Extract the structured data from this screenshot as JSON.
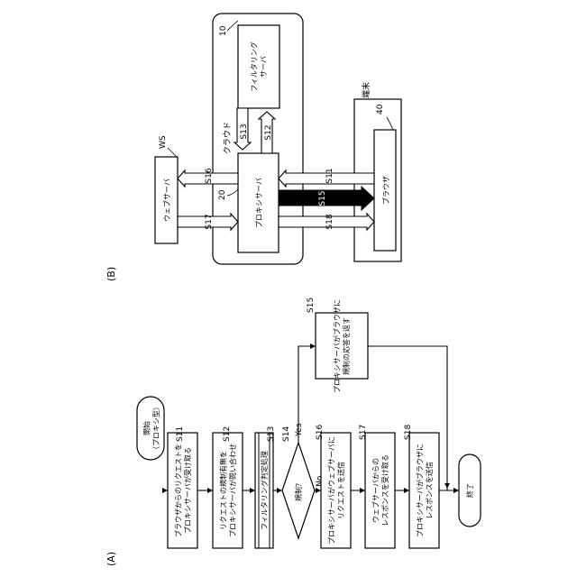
{
  "panel_a": {
    "label": "(A)",
    "start": "開始\n（プロキシ型）",
    "end": "終了",
    "steps": [
      {
        "id": "S11",
        "text": "ブラウザからのリクエストを\nプロキシサーバが受け取る"
      },
      {
        "id": "S12",
        "text": "リクエストの規制有無を\nプロキシサーバが問い合わせ"
      },
      {
        "id": "S13",
        "text": "フィルタリング判定処理"
      },
      {
        "id": "S14",
        "text": "規制？",
        "yes": "Yes",
        "no": "No"
      },
      {
        "id": "S15",
        "text": "プロキシサーバがブラウザに\n規制の応答を返す"
      },
      {
        "id": "S16",
        "text": "プロキシサーバがウェブサーバに\nリクエストを送信"
      },
      {
        "id": "S17",
        "text": "ウェブサーバからの\nレスポンスを受け取る"
      },
      {
        "id": "S18",
        "text": "プロキシサーバがブラウザに\nレスポンスを送信"
      }
    ]
  },
  "panel_b": {
    "label": "(B)",
    "cloud": "クラウド",
    "terminal": "端末",
    "ws_tag": "WS",
    "nodes": {
      "filtering": {
        "ref": "10",
        "text": "フィルタリング\nサーバ"
      },
      "proxy": {
        "ref": "20",
        "text": "プロキシサーバ"
      },
      "browser": {
        "ref": "40",
        "text": "ブラウザ"
      },
      "web": {
        "text": "ウェブサーバ"
      }
    },
    "arrows": {
      "s11": "S11",
      "s12": "S12",
      "s13": "S13",
      "s15": "S15",
      "s16": "S16",
      "s17": "S17",
      "s18": "S18"
    }
  }
}
